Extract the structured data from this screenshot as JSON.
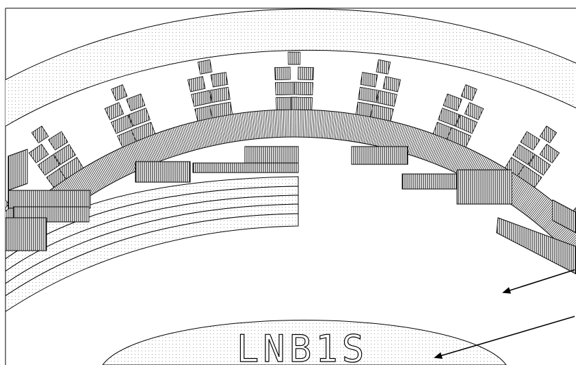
{
  "layout_view": {
    "cell_label": "LNB1S",
    "colors": {
      "background": "#ffffff",
      "stroke": "#000000",
      "dot_fill": "#8a8a8a",
      "hatch_stroke": "#000000"
    },
    "annotations": [
      {
        "name": "arrow-to-open-region",
        "target": "inner-open-region"
      },
      {
        "name": "arrow-to-label-arc",
        "target": "label-arc"
      }
    ]
  }
}
